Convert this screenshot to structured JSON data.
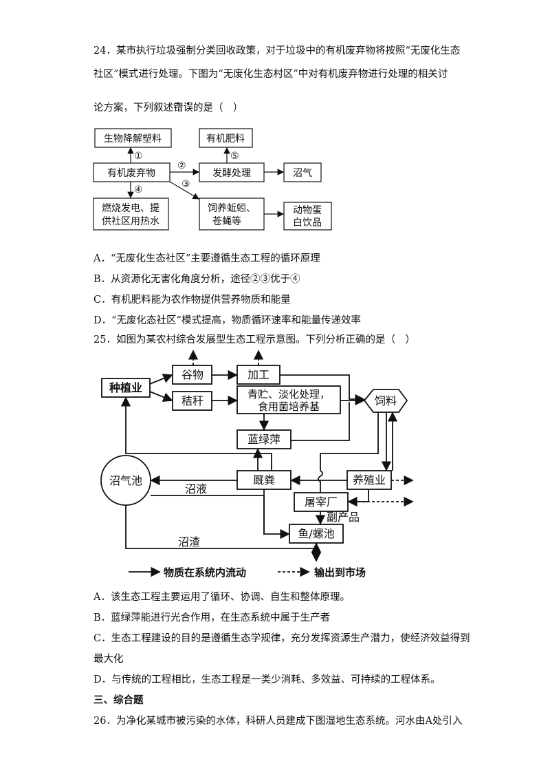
{
  "q24": {
    "line1": "24．某市执行垃圾强制分类回收政策，对于垃圾中的有机废弃物将按照“无废化生态",
    "line2": "社区”模式进行处理。下图为“无废化生态村区”中对有机废弃物进行处理的相关讨",
    "line3_pre": "论方案，下列叙述",
    "line3_emph": "错误",
    "line3_post": "的是（　）",
    "diagram": {
      "bio_plastic": "生物降解塑料",
      "organic_fertilizer": "有机肥料",
      "organic_waste": "有机废弃物",
      "fermentation": "发酵处理",
      "biogas": "沼气",
      "burn_line1": "燃烧发电、提",
      "burn_line2": "供社区用热水",
      "feed_line1": "饲养蚯蚓、",
      "feed_line2": "苍蝇等",
      "protein_line1": "动物蛋",
      "protein_line2": "白饮品",
      "n1": "①",
      "n2": "②",
      "n3": "③",
      "n4": "④",
      "n5": "⑤"
    },
    "options": [
      "A．“无废化生态社区”主要遵循生态工程的循环原理",
      "B．从资源化无害化角度分析，途径②③优于④",
      "C．有机肥料能为农作物提供营养物质和能量",
      "D．“无废化态社区”模式提高，物质循环速率和能量传递效率"
    ]
  },
  "q25": {
    "stem": "25．如图为某农村综合发展型生态工程示意图。下列分析正确的是（　）",
    "diagram": {
      "planting": "种植业",
      "grain": "谷物",
      "processing": "加工",
      "straw": "秸秆",
      "silage_line1": "青贮、淡化处理，",
      "silage_line2": "食用菌培养基",
      "feed": "饲料",
      "azolla": "蓝绿萍",
      "manure": "厩粪",
      "biogas_pool": "沼气池",
      "slurry": "沼液",
      "breeding": "养殖业",
      "slaughter": "屠宰厂",
      "byproduct": "副产品",
      "fish_snail": "鱼/螺池",
      "residue": "沼渣",
      "legend_solid": "物质在系统内流动",
      "legend_dashed": "输出到市场"
    },
    "options": [
      "A．该生态工程主要运用了循环、协调、自生和整体原理。",
      "B．蓝绿萍能进行光合作用，在生态系统中属于生产者",
      "C．生态工程建设的目的是遵循生态学规律，充分发挥资源生产潜力，使经济效益得到",
      "最大化",
      "D．与传统的工程相比，生态工程是一类少消耗、多效益、可持续的工程体系。"
    ]
  },
  "section3": "三、综合题",
  "q26": {
    "line1": "26．为净化某城市被污染的水体，科研人员建成下图湿地生态系统。河水由A处引入"
  }
}
